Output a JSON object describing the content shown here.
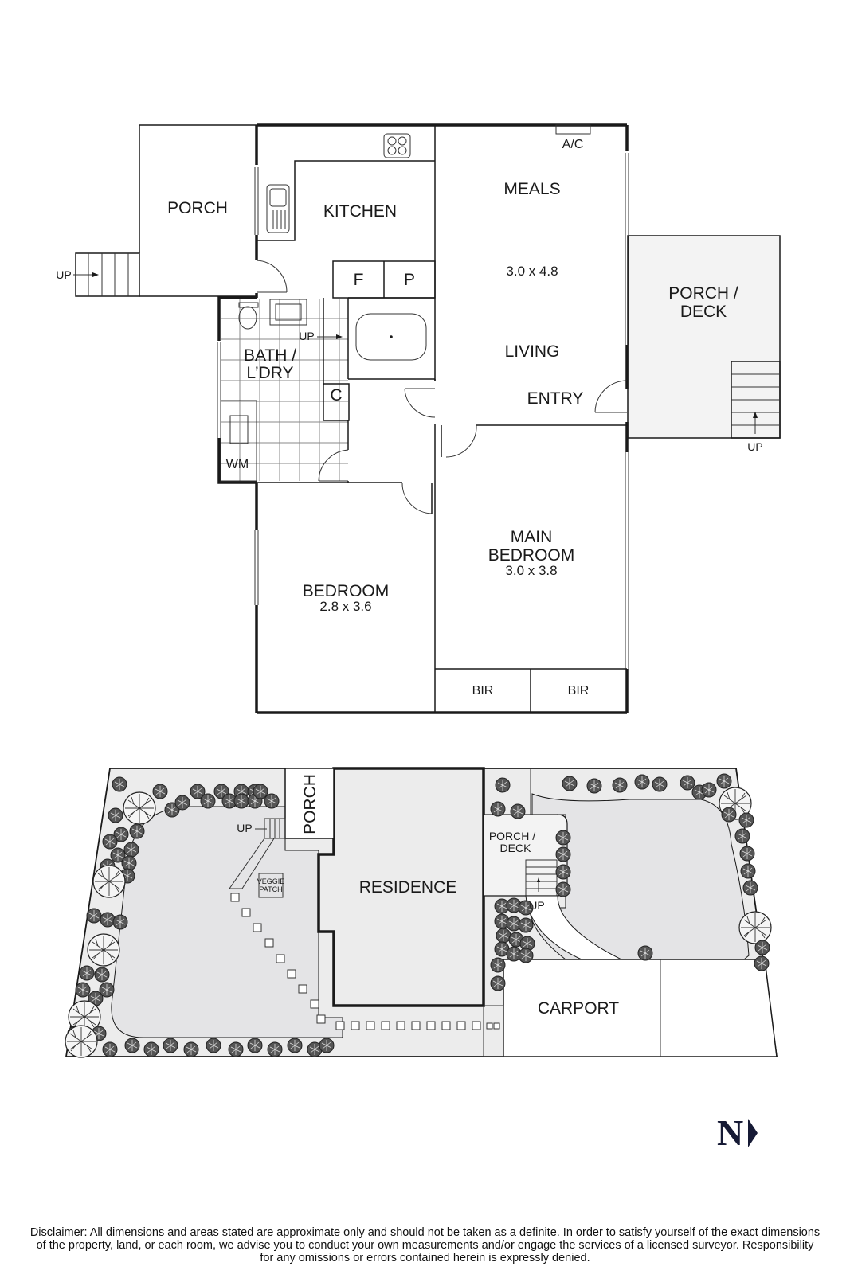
{
  "floor_plan": {
    "rooms": [
      {
        "id": "porch",
        "label": "PORCH"
      },
      {
        "id": "kitchen",
        "label": "KITCHEN"
      },
      {
        "id": "meals",
        "label": "MEALS",
        "dimensions": "3.0 x 4.8"
      },
      {
        "id": "living",
        "label": "LIVING"
      },
      {
        "id": "entry",
        "label": "ENTRY"
      },
      {
        "id": "porch-deck",
        "label_line1": "PORCH /",
        "label_line2": "DECK"
      },
      {
        "id": "bath-laundry",
        "label_line1": "BATH /",
        "label_line2": "L’DRY"
      },
      {
        "id": "bedroom",
        "label": "BEDROOM",
        "dimensions": "2.8 x 3.6"
      },
      {
        "id": "main-bedroom",
        "label_line1": "MAIN",
        "label_line2": "BEDROOM",
        "dimensions": "3.0 x 3.8"
      }
    ],
    "fixtures": {
      "fridge": "F",
      "pantry": "P",
      "cupboard": "C",
      "washing_machine": "WM",
      "air_conditioner": "A/C",
      "bir_left": "BIR",
      "bir_right": "BIR"
    },
    "stairs": {
      "porch_up": "UP",
      "bath_up": "UP",
      "deck_up": "UP"
    }
  },
  "site_plan": {
    "residence": "RESIDENCE",
    "porch": "PORCH",
    "porch_deck_line1": "PORCH /",
    "porch_deck_line2": "DECK",
    "carport": "CARPORT",
    "veggie_line1": "VEGGIE",
    "veggie_line2": "PATCH",
    "up_left": "UP",
    "up_right": "UP"
  },
  "compass": {
    "letter": "N",
    "direction": "right",
    "color": "#161a35"
  },
  "disclaimer": {
    "line1": "Disclaimer: All dimensions and areas stated are approximate only and should not be taken as a definite. In order to satisfy yourself of the exact dimensions",
    "line2": "of the property, land, or each room, we advise you to conduct your own measurements and/or engage the services of a licensed surveyor. Responsibility",
    "line3": "for any omissions or errors contained herein is expressly denied."
  },
  "colors": {
    "line": "#1a1a1a",
    "deck_fill": "#f3f3f3",
    "lawn_fill": "#e4e4e6",
    "garden_fill": "#ececec"
  }
}
